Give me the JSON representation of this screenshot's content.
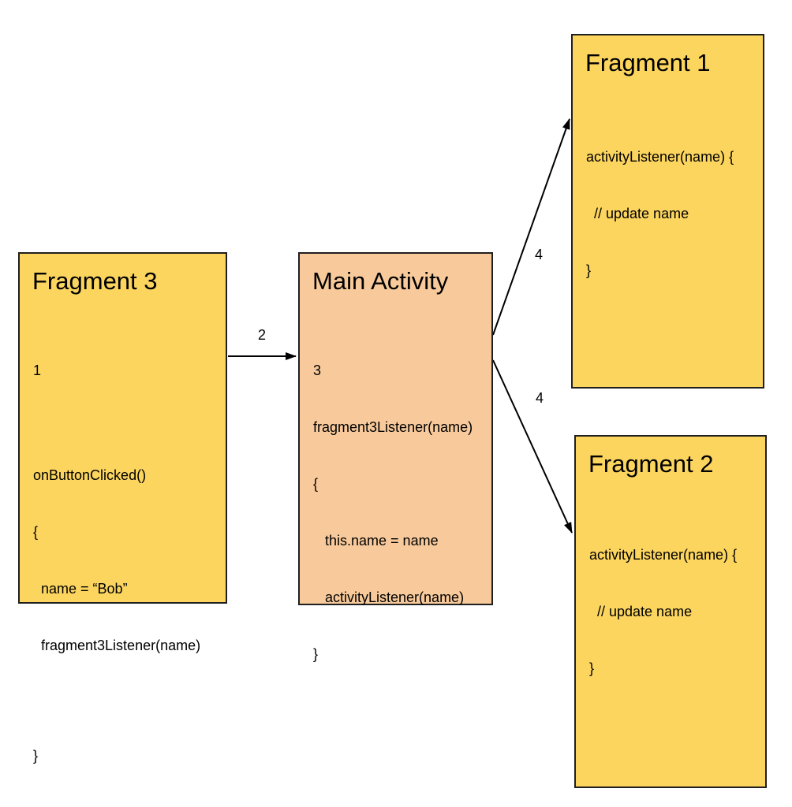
{
  "diagram": {
    "boxes": {
      "fragment3": {
        "title": "Fragment 3",
        "code": [
          "1",
          "",
          "onButtonClicked()",
          "{",
          "  name = “Bob”",
          "  fragment3Listener(name)",
          "",
          "}"
        ]
      },
      "main_activity": {
        "title": "Main Activity",
        "code": [
          "3",
          "fragment3Listener(name)",
          "{",
          "   this.name = name",
          "   activityListener(name)",
          "}"
        ]
      },
      "fragment1": {
        "title": "Fragment 1",
        "code": [
          "activityListener(name) {",
          "  // update name",
          "}"
        ]
      },
      "fragment2": {
        "title": "Fragment 2",
        "code": [
          "activityListener(name) {",
          "  // update name",
          "}"
        ]
      }
    },
    "arrows": {
      "step2": {
        "label": "2"
      },
      "step4_top": {
        "label": "4"
      },
      "step4_bottom": {
        "label": "4"
      }
    },
    "colors": {
      "fragment_fill": "#FCD55F",
      "activity_fill": "#F8CA9B",
      "border": "#1F1F1F",
      "arrow": "#000000"
    }
  }
}
